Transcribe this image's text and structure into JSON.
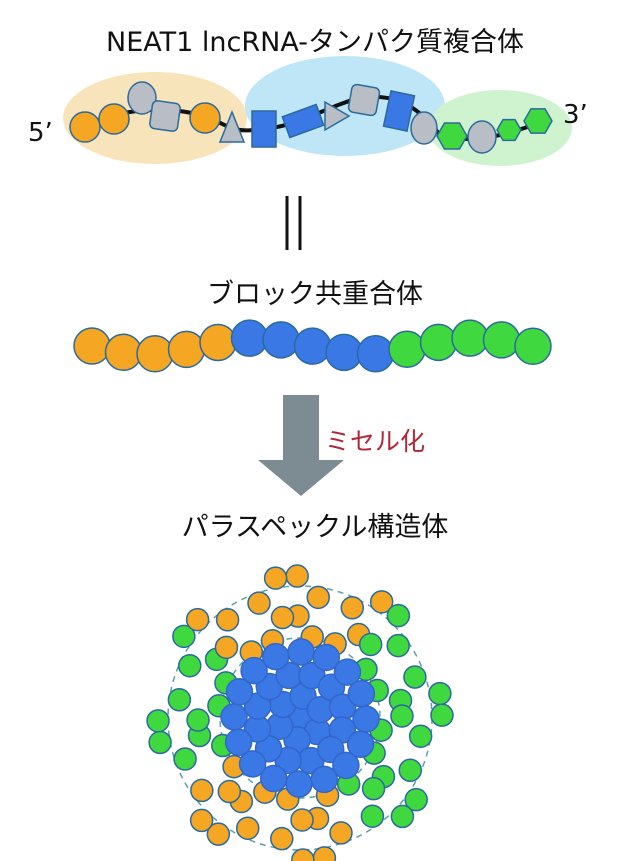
{
  "title": "NEAT1 lncRNA-タンパク質複合体",
  "end_5": "5’",
  "end_3": "3’",
  "block_copolymer_label": "ブロック共重合体",
  "micellization_label": "ミセル化",
  "paraspeckle_label": "パラスペックル構造体",
  "colors": {
    "orange": "#f5a623",
    "blue": "#3a78e6",
    "green": "#3fd93f",
    "gray": "#b9bdc6",
    "outline": "#2b6a9c",
    "arrow": "#7d8c92",
    "accent_text": "#b0283a"
  }
}
